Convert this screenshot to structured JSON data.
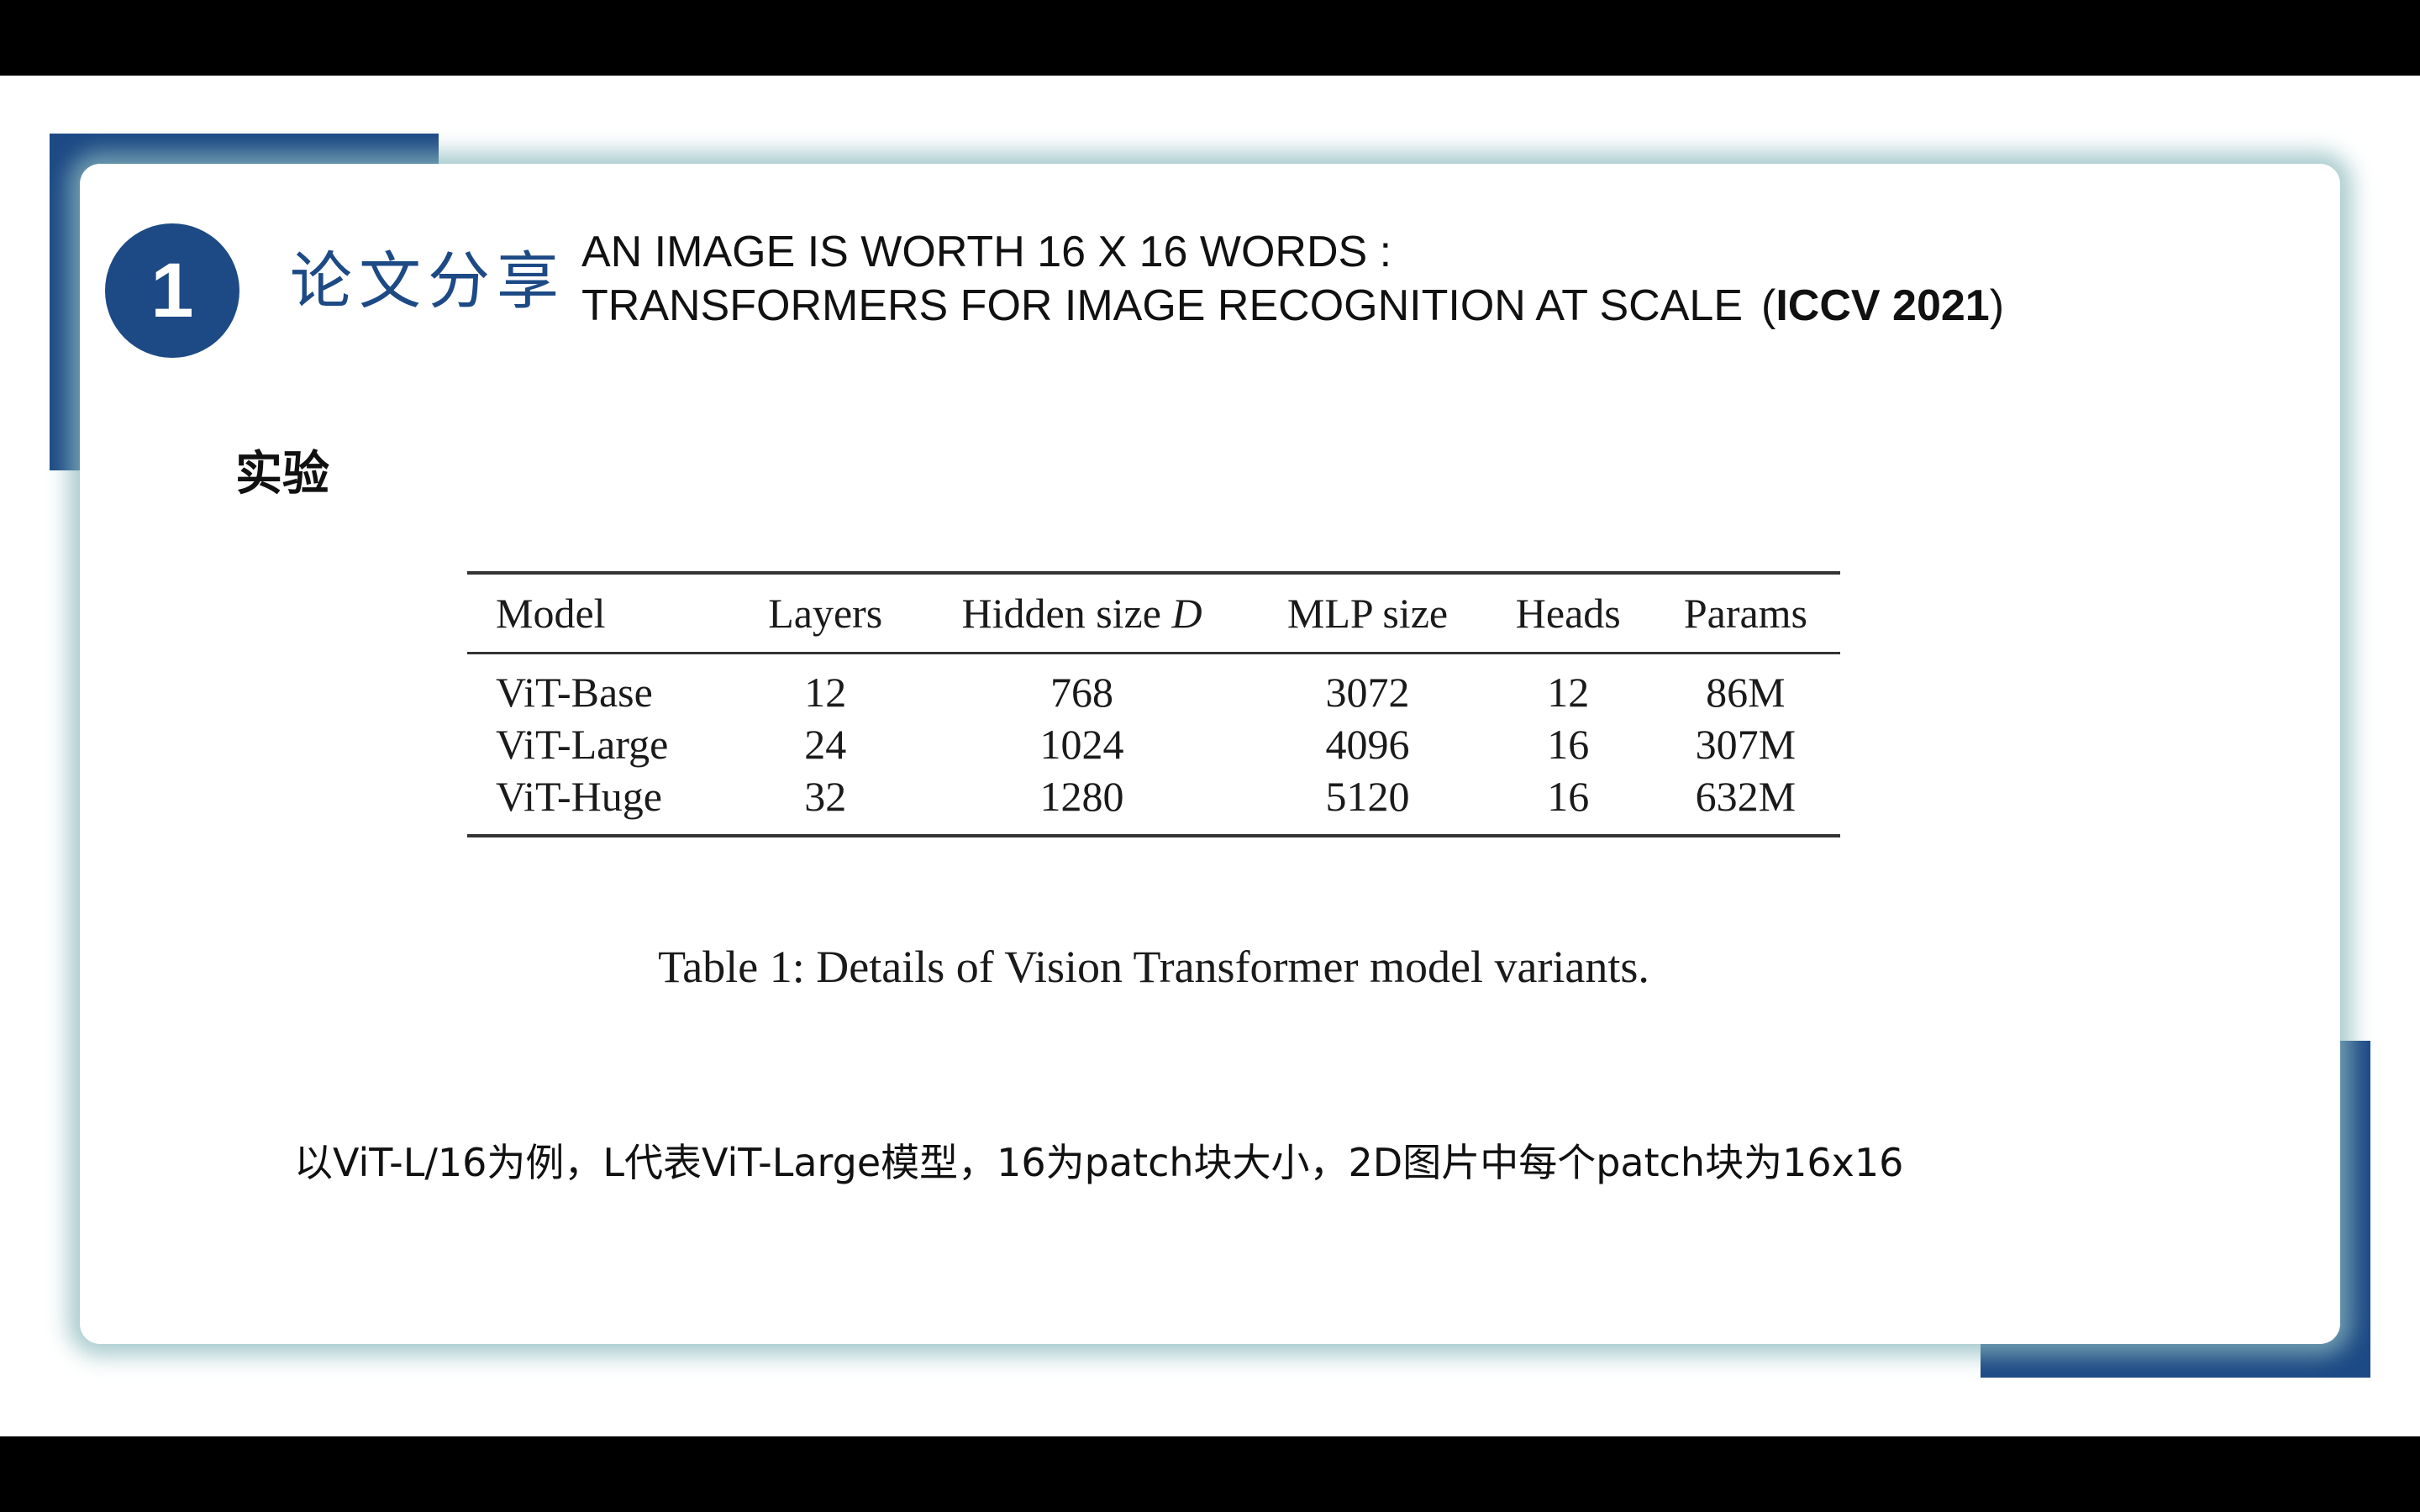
{
  "slide": {
    "section_number": "1",
    "section_title": "论文分享",
    "paper_title_line1": "AN IMAGE IS WORTH 16 X 16 WORDS :",
    "paper_title_line2": "TRANSFORMERS FOR IMAGE RECOGNITION AT SCALE",
    "paper_venue_open": "(",
    "paper_venue": "ICCV 2021",
    "paper_venue_close": ")",
    "subheading": "实验",
    "note": "以ViT-L/16为例，L代表ViT-Large模型，16为patch块大小，2D图片中每个patch块为16x16"
  },
  "table": {
    "headers": [
      "Model",
      "Layers",
      "Hidden size D",
      "MLP size",
      "Heads",
      "Params"
    ],
    "rows": [
      [
        "ViT-Base",
        "12",
        "768",
        "3072",
        "12",
        "86M"
      ],
      [
        "ViT-Large",
        "24",
        "1024",
        "4096",
        "16",
        "307M"
      ],
      [
        "ViT-Huge",
        "32",
        "1280",
        "5120",
        "16",
        "632M"
      ]
    ],
    "caption": "Table 1: Details of Vision Transformer model variants."
  },
  "colors": {
    "accent": "#1d4a85",
    "card_glow": "#8cbabe",
    "letterbox": "#000000"
  }
}
